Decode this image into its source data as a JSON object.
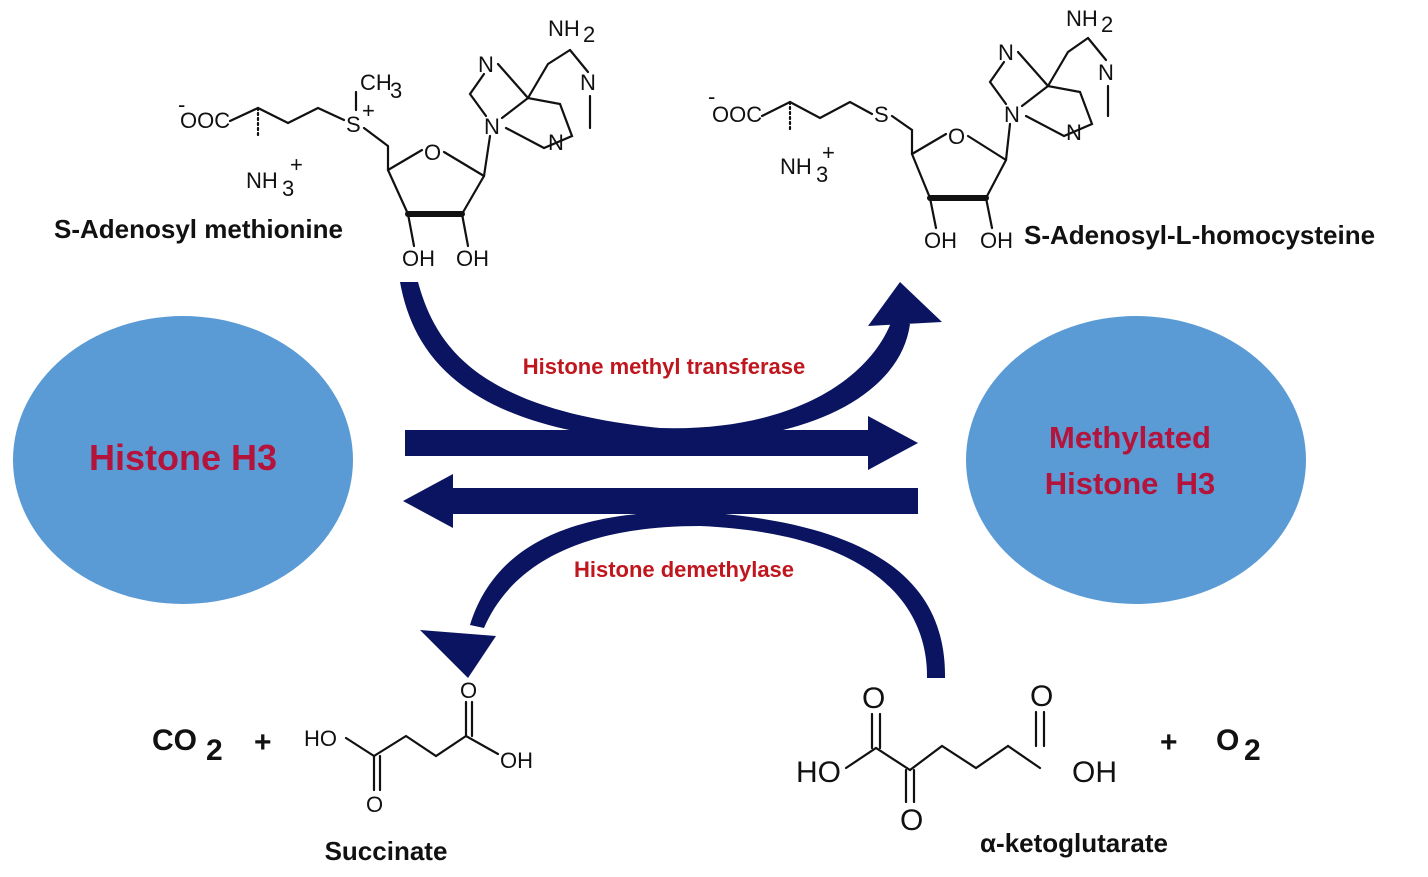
{
  "colors": {
    "node_fill": "#5b9bd5",
    "node_text": "#b4143c",
    "arrow": "#0a1460",
    "enzyme_text": "#c0161e"
  },
  "nodes": {
    "left": "Histone H3",
    "right_line1": "Methylated",
    "right_line2": "Histone  H3"
  },
  "enzymes": {
    "top": "Histone methyl transferase",
    "bottom": "Histone demethylase"
  },
  "molecules": {
    "sam": "S-Adenosyl methionine",
    "sah": "S-Adenosyl-L-homocysteine",
    "succinate": "Succinate",
    "akg": "α-ketoglutarate"
  },
  "equation": {
    "co2": "CO",
    "co2_sub": "2",
    "plus_left": "+",
    "plus_right": "+",
    "o2": "O",
    "o2_sub": "2"
  },
  "atoms": {
    "nh2": "NH",
    "nh2_sub": "2",
    "n": "N",
    "o": "O",
    "oh": "OH",
    "ho": "HO",
    "s": "S",
    "s_plus": "S",
    "plus": "+",
    "ch3": "CH",
    "ch3_sub": "3",
    "ooc": "OOC",
    "minus": "-",
    "nh3": "NH",
    "nh3_sub": "3"
  }
}
